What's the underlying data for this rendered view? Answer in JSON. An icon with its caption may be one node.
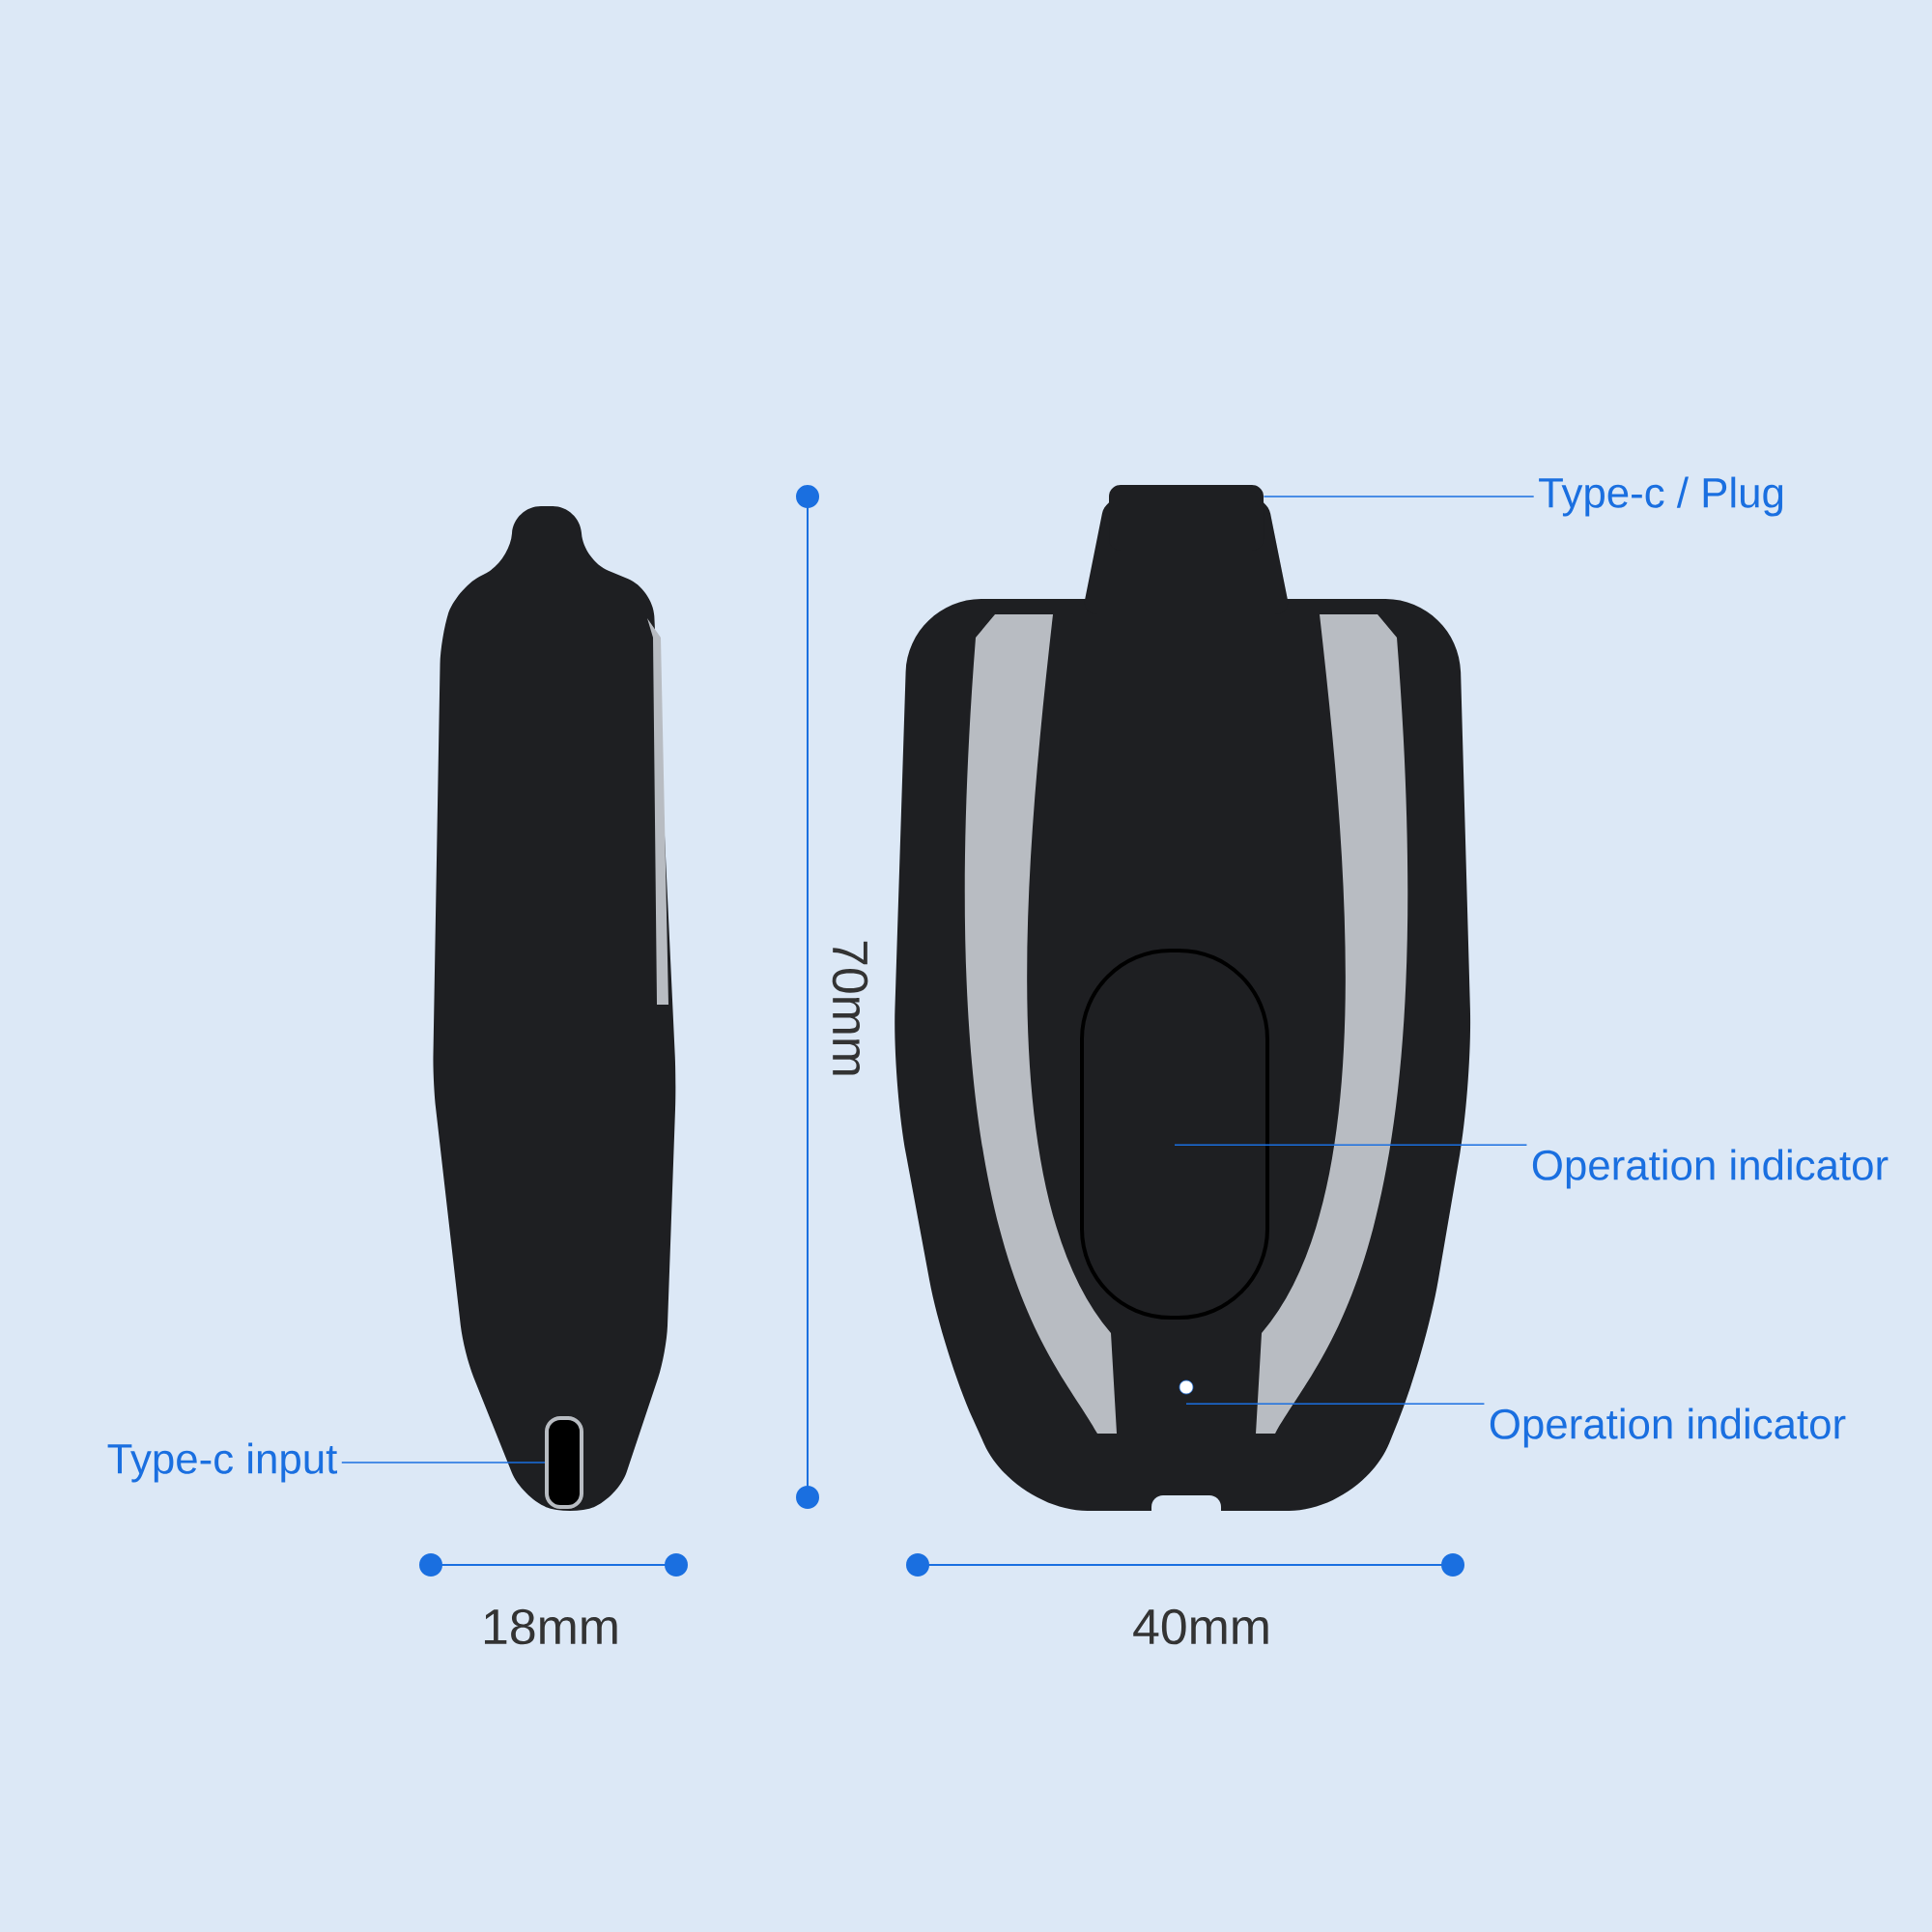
{
  "diagram": {
    "nodes": [
      {
        "text": [
          "Type-c / Plug"
        ]
      },
      {
        "text": [],
        "shape": "box"
      },
      {
        "text": [
          "Operation indicator"
        ]
      },
      {
        "text": [],
        "shape": "box"
      },
      {
        "text": [
          "Operation indicator"
        ]
      },
      {
        "text": [],
        "shape": "circle"
      },
      {
        "text": [
          "Type-c input"
        ]
      },
      {
        "text": [],
        "shape": "box"
      }
    ],
    "edges": [
      {
        "from": 0,
        "to": 1,
        "arrow": "none"
      },
      {
        "from": 2,
        "to": 3,
        "arrow": "none"
      },
      {
        "from": 4,
        "to": 5,
        "arrow": "none"
      },
      {
        "from": 6,
        "to": 7,
        "arrow": "none"
      }
    ],
    "labels": [
      "70mm",
      "18mm",
      "40mm"
    ]
  }
}
